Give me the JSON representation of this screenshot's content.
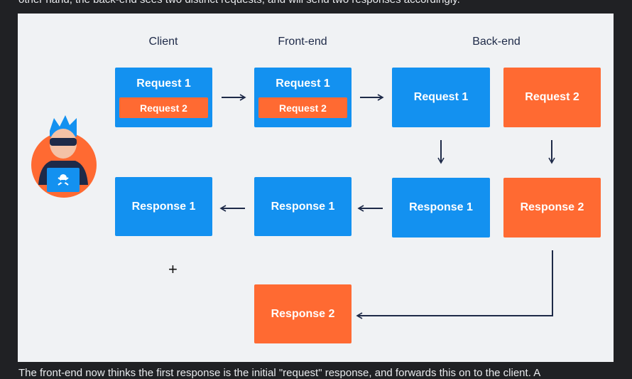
{
  "page": {
    "top_text": "other hand, the back-end sees two distinct requests, and will send two responses accordingly.",
    "bottom_text": "The front-end now thinks the first response is the initial \"request\" response, and forwards this on to the client. A"
  },
  "diagram": {
    "headers": {
      "client": "Client",
      "frontend": "Front-end",
      "backend": "Back-end"
    },
    "boxes": {
      "client_request_outer": "Request 1",
      "client_request_inner": "Request 2",
      "frontend_request_outer": "Request 1",
      "frontend_request_inner": "Request 2",
      "backend_request_1": "Request 1",
      "backend_request_2": "Request 2",
      "client_response_1": "Response 1",
      "frontend_response_1": "Response 1",
      "backend_response_1": "Response 1",
      "backend_response_2": "Response 2",
      "frontend_response_2": "Response 2"
    },
    "colors": {
      "blue": "#1391f0",
      "orange": "#ff6a32",
      "arrow": "#1e2a48",
      "hacker_circle": "#ff6a32"
    },
    "icons": {
      "hacker": "hacker-avatar-icon",
      "cursor": "crosshair-cursor-icon"
    }
  }
}
